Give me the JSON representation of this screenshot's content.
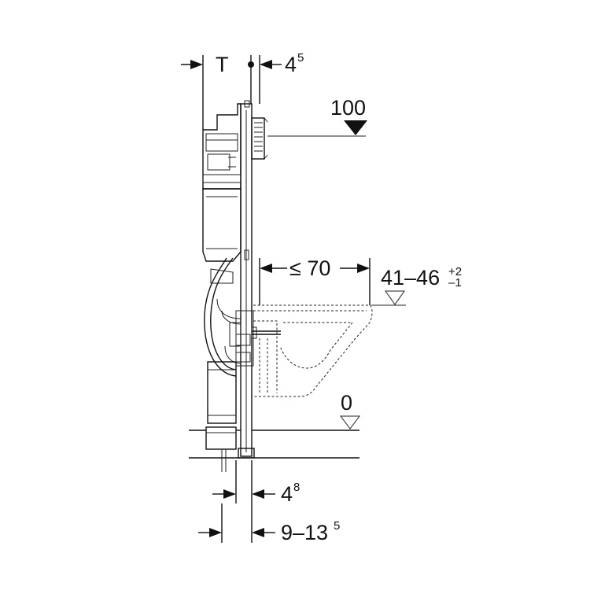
{
  "dimensions": {
    "top_left": "T",
    "top_right_base": "4",
    "top_right_sup": "5",
    "actuator_height": "100",
    "bowl_projection": "≤ 70",
    "seat_height_base": "41–46",
    "seat_height_sup": "+2",
    "seat_height_sub": "–1",
    "floor_level": "0",
    "bottom_1_base": "4",
    "bottom_1_sup": "8",
    "bottom_2_base": "9–13",
    "bottom_2_sup": "5"
  },
  "colors": {
    "line": "#111111",
    "background": "#ffffff"
  }
}
